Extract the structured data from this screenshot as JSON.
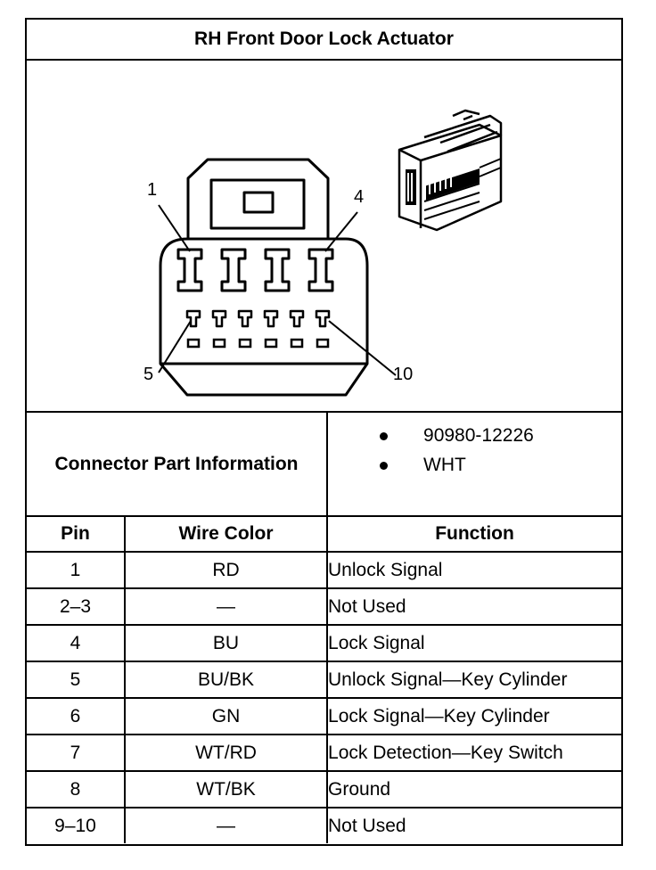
{
  "title": "RH Front Door Lock Actuator",
  "diagram": {
    "callouts": [
      "1",
      "4",
      "5",
      "10"
    ]
  },
  "connector_info": {
    "label": "Connector Part Information",
    "items": [
      "90980-12226",
      "WHT"
    ]
  },
  "pin_table": {
    "headers": [
      "Pin",
      "Wire Color",
      "Function"
    ],
    "rows": [
      {
        "pin": "1",
        "wire": "RD",
        "function": "Unlock Signal"
      },
      {
        "pin": "2–3",
        "wire": "—",
        "function": "Not Used"
      },
      {
        "pin": "4",
        "wire": "BU",
        "function": "Lock Signal"
      },
      {
        "pin": "5",
        "wire": "BU/BK",
        "function": "Unlock Signal—Key Cylinder"
      },
      {
        "pin": "6",
        "wire": "GN",
        "function": "Lock Signal—Key Cylinder"
      },
      {
        "pin": "7",
        "wire": "WT/RD",
        "function": "Lock Detection—Key Switch"
      },
      {
        "pin": "8",
        "wire": "WT/BK",
        "function": "Ground"
      },
      {
        "pin": "9–10",
        "wire": "—",
        "function": "Not Used"
      }
    ]
  }
}
